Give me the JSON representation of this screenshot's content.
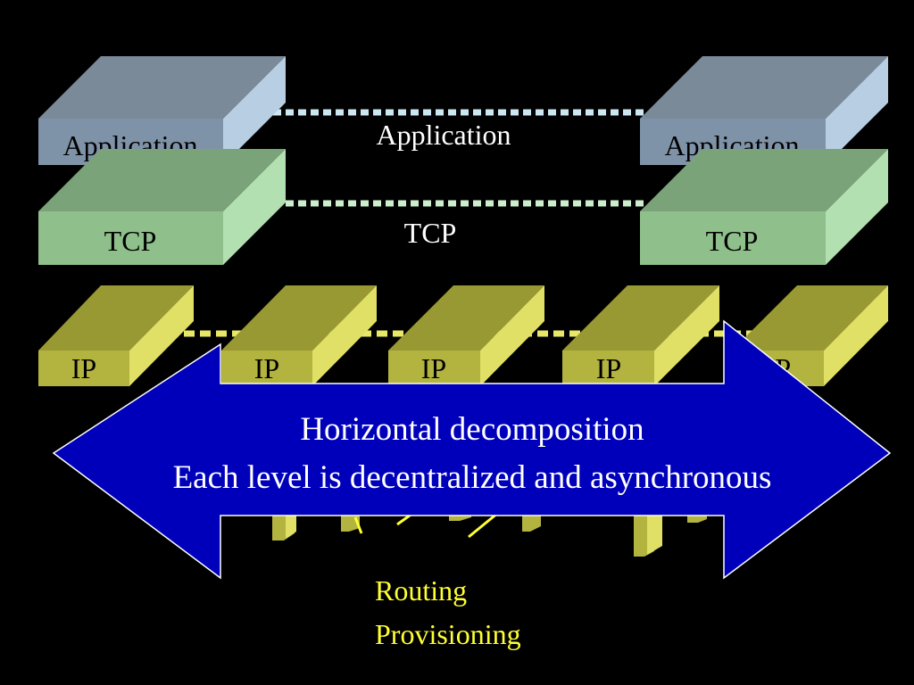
{
  "left_stack": {
    "application": "Application",
    "tcp": "TCP"
  },
  "right_stack": {
    "application": "Application",
    "tcp": "TCP"
  },
  "middle_labels": {
    "application": "Application",
    "tcp": "TCP"
  },
  "ip_nodes": [
    "IP",
    "IP",
    "IP",
    "IP",
    "IP"
  ],
  "arrow": {
    "line1": "Horizontal decomposition",
    "line2": "Each level is decentralized and asynchronous"
  },
  "bottom_labels": {
    "routing": "Routing",
    "provisioning": "Provisioning"
  },
  "colors": {
    "background": "#000000",
    "app_front": "#7f93a8",
    "app_top": "#7b8a99",
    "app_side": "#b8cfe3",
    "tcp_front": "#8fbf8a",
    "tcp_top": "#7aa37a",
    "tcp_side": "#b3e0b0",
    "ip_front": "#b3b340",
    "ip_top": "#999933",
    "ip_side": "#e0e066",
    "arrow_fill": "#0000bb",
    "arrow_stroke": "#ffffff",
    "dots_light": "#cce6f2",
    "dots_green": "#cceecc",
    "dots_yellow": "#e8e866",
    "yellow_text": "#ffff33"
  }
}
